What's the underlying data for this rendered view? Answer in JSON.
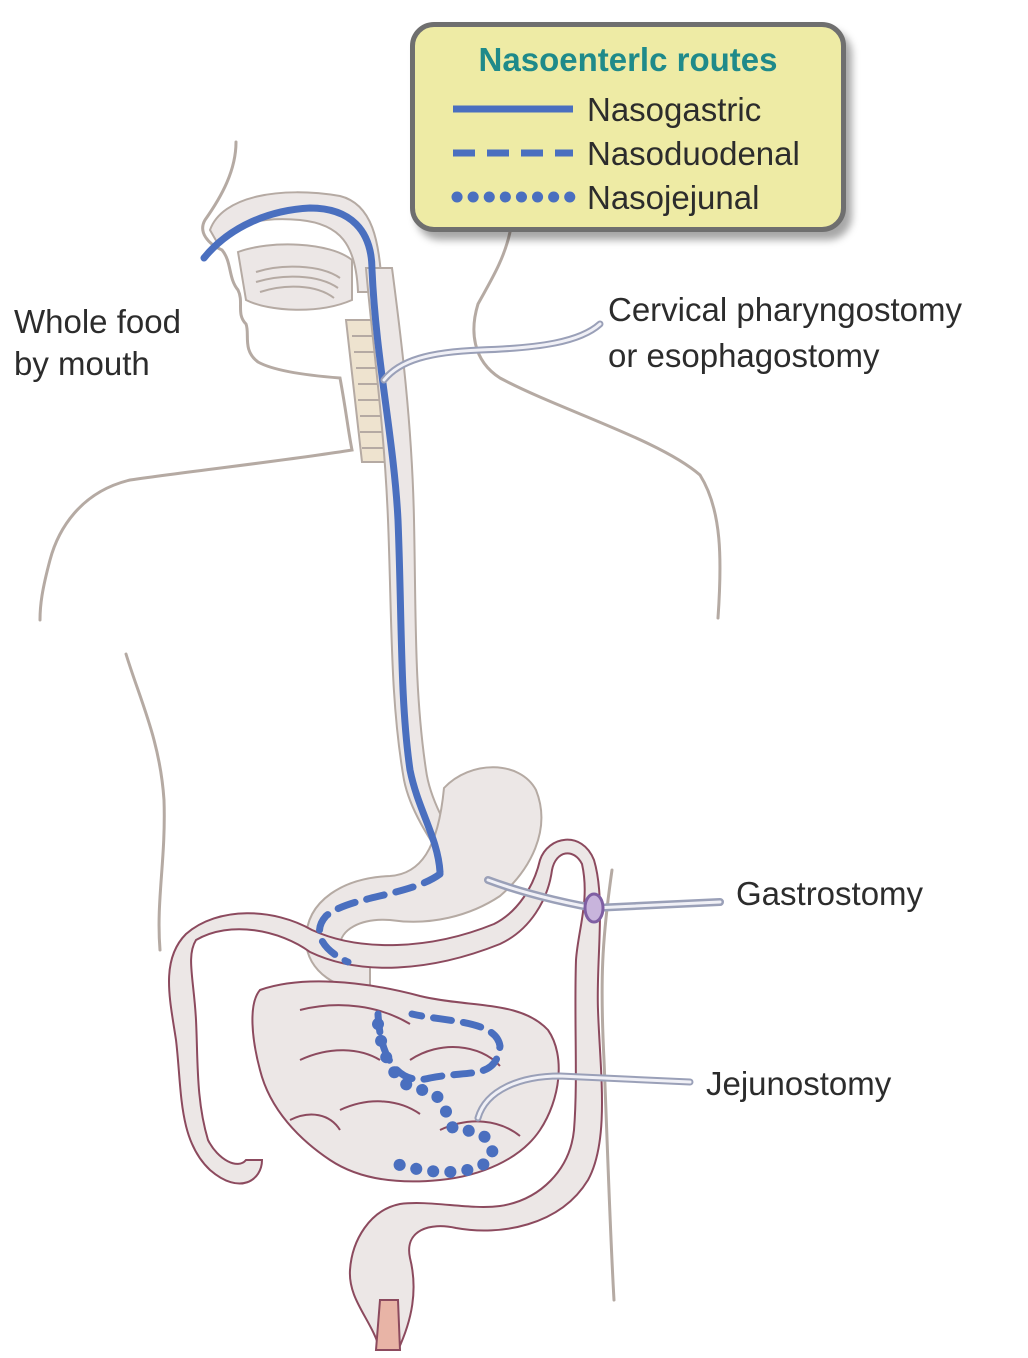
{
  "legend": {
    "title": "Nasoenterlc routes",
    "items": [
      {
        "label": "Nasogastric",
        "style": "solid"
      },
      {
        "label": "Nasoduodenal",
        "style": "dashed"
      },
      {
        "label": "Nasojejunal",
        "style": "dotted"
      }
    ]
  },
  "labels": {
    "mouth_line1": "Whole food",
    "mouth_line2": "by mouth",
    "cervical_line1": "Cervical pharyngostomy",
    "cervical_line2": "or esophagostomy",
    "gastrostomy": "Gastrostomy",
    "jejunostomy": "Jejunostomy"
  },
  "colors": {
    "tube_blue": "#4a6fbf",
    "outline": "#b5aaa3",
    "organ_fill": "#ece7e6",
    "intestine_outline": "#8c4a5e",
    "legend_bg": "#eeeba5",
    "legend_title": "#1f8a8a",
    "stoma": "#9c7fb5"
  }
}
